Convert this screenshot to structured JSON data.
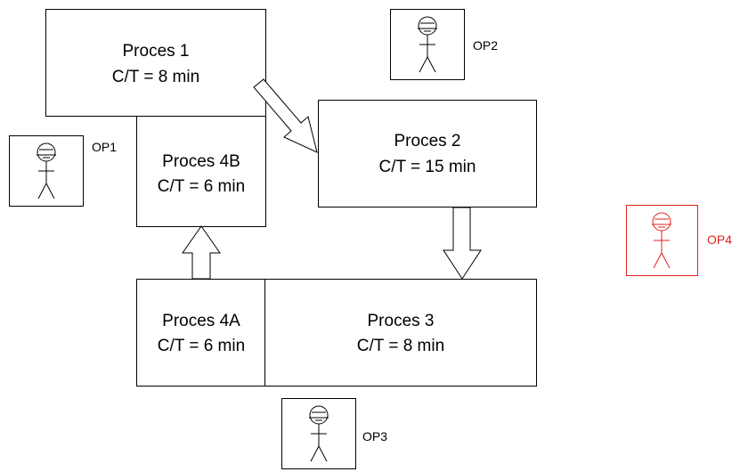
{
  "processes": {
    "p1": {
      "name": "Proces 1",
      "ct": "C/T = 8 min"
    },
    "p2": {
      "name": "Proces 2",
      "ct": "C/T = 15 min"
    },
    "p3": {
      "name": "Proces 3",
      "ct": "C/T = 8 min"
    },
    "p4a": {
      "name": "Proces 4A",
      "ct": "C/T = 6 min"
    },
    "p4b": {
      "name": "Proces 4B",
      "ct": "C/T = 6 min"
    }
  },
  "operators": {
    "op1": {
      "label": "OP1",
      "color": "#000000",
      "icon": "operator-icon"
    },
    "op2": {
      "label": "OP2",
      "color": "#000000",
      "icon": "operator-icon"
    },
    "op3": {
      "label": "OP3",
      "color": "#000000",
      "icon": "operator-icon"
    },
    "op4": {
      "label": "OP4",
      "color": "#e0211f",
      "icon": "operator-icon"
    }
  }
}
